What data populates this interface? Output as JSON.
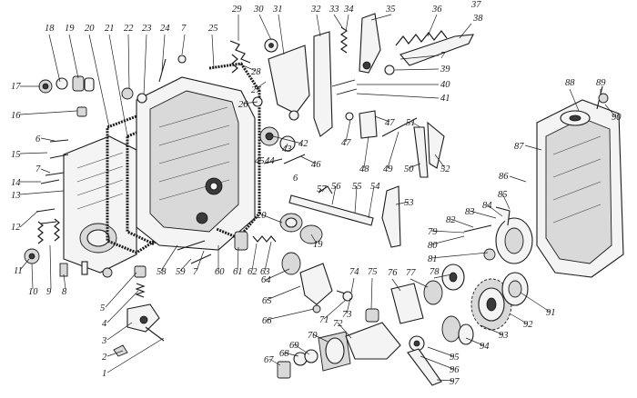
{
  "figure": {
    "callouts": [
      "1",
      "2",
      "3",
      "4",
      "5",
      "6",
      "7",
      "8",
      "9",
      "10",
      "11",
      "12",
      "13",
      "14",
      "15",
      "16",
      "17",
      "18",
      "19",
      "20",
      "21",
      "22",
      "23",
      "24",
      "25",
      "26",
      "27",
      "28",
      "29",
      "30",
      "31",
      "32",
      "33",
      "34",
      "35",
      "36",
      "37",
      "38",
      "39",
      "40",
      "41",
      "42",
      "43",
      "44",
      "45",
      "46",
      "47",
      "48",
      "49",
      "50",
      "51",
      "52",
      "53",
      "54",
      "55",
      "56",
      "57",
      "58",
      "59",
      "60",
      "61",
      "62",
      "63",
      "64",
      "65",
      "66",
      "67",
      "68",
      "69",
      "70",
      "71",
      "72",
      "73",
      "74",
      "75",
      "76",
      "77",
      "78",
      "79",
      "80",
      "81",
      "82",
      "83",
      "84",
      "85",
      "86",
      "87",
      "88",
      "89",
      "90",
      "91",
      "92",
      "93",
      "94",
      "95",
      "96",
      "97"
    ]
  }
}
